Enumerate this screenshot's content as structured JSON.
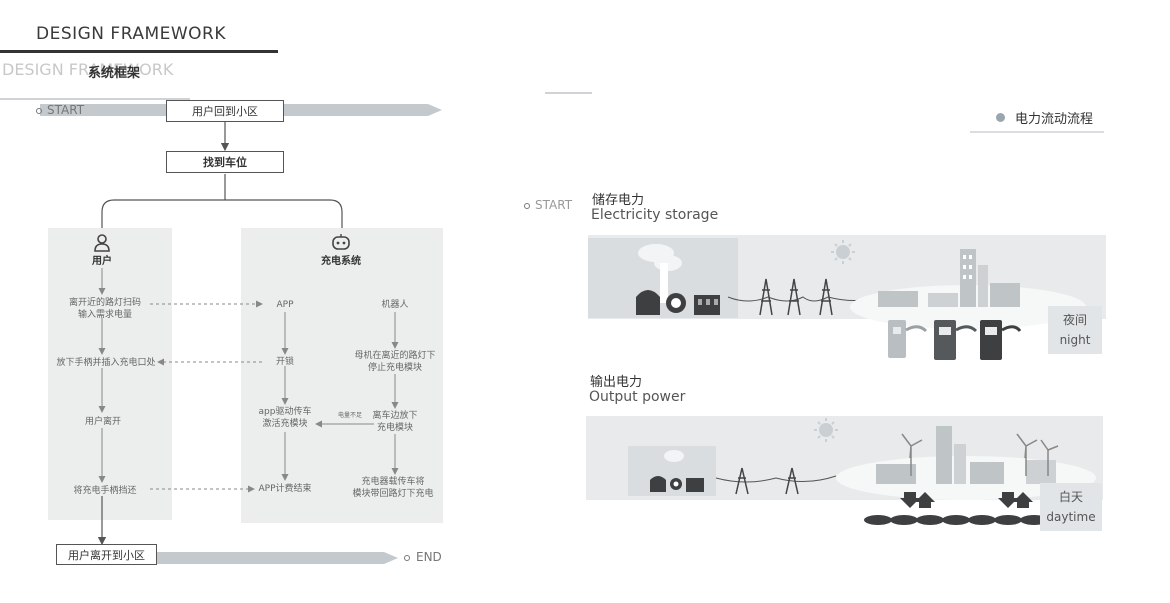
{
  "header": {
    "title": "DESIGN FRAMEWORK",
    "ghost_title": "DESIGN FRAMEWORK",
    "subtitle": "系统框架"
  },
  "flow": {
    "start": "START",
    "end": "END",
    "start_box": "用户回到小区",
    "step2": "找到车位",
    "end_box": "用户离开到小区",
    "user_col": {
      "title": "用户",
      "steps": [
        "离开近的路灯扫码\n输入需求电量",
        "放下手柄并插入充电口处",
        "用户离开",
        "将充电手柄挡还"
      ]
    },
    "sys_col": {
      "title": "充电系统",
      "app_steps": [
        "APP",
        "开锁",
        "app驱动传车\n激活充模块",
        "APP计费结束"
      ],
      "robot_steps": [
        "机器人",
        "母机在离近的路灯下\n停止充电模块",
        "离车边放下\n充电模块",
        "充电器载传车将\n模块带回路灯下充电"
      ],
      "signal": "电量不足"
    }
  },
  "right": {
    "legend": "电力流动流程",
    "start": "START",
    "storage": {
      "cn": "储存电力",
      "en": "Electricity storage",
      "tag_cn": "夜间",
      "tag_en": "night"
    },
    "output": {
      "cn": "输出电力",
      "en": "Output power",
      "tag_cn": "白天",
      "tag_en": "daytime"
    }
  },
  "colors": {
    "line": "#555555",
    "arrow": "#aab2b8",
    "panel": "#eceeee",
    "scene": "#e8eaeb"
  }
}
